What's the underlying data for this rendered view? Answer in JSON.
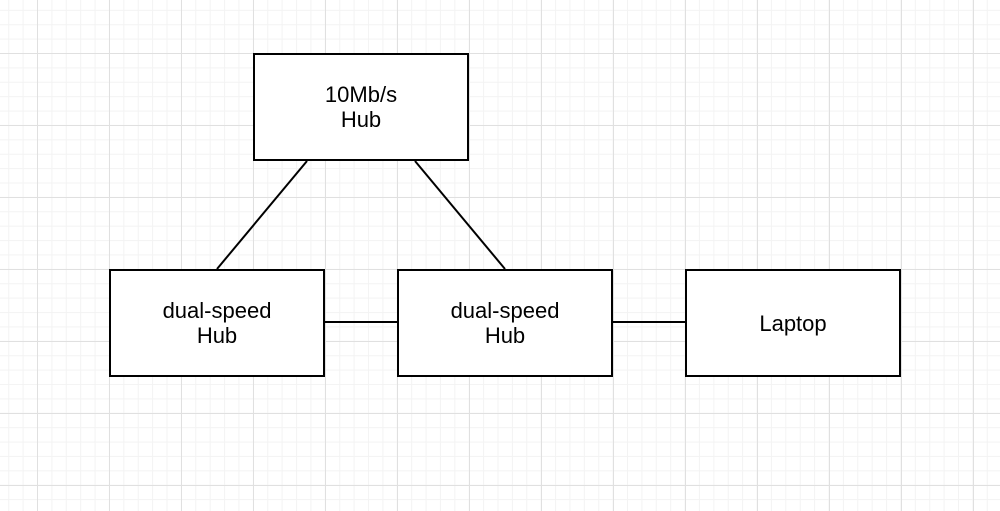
{
  "canvas": {
    "background_color": "#ffffff",
    "grid_minor_color": "#f3f3f3",
    "grid_major_color": "#e0e0e0"
  },
  "diagram": {
    "stroke_color": "#000000",
    "node_fill_color": "#ffffff",
    "text_color": "#000000",
    "nodes": [
      {
        "id": "hub-10mbs",
        "lines": [
          "10Mb/s",
          "Hub"
        ]
      },
      {
        "id": "hub-dual-left",
        "lines": [
          "dual-speed",
          "Hub"
        ]
      },
      {
        "id": "hub-dual-mid",
        "lines": [
          "dual-speed",
          "Hub"
        ]
      },
      {
        "id": "laptop",
        "lines": [
          "Laptop"
        ]
      }
    ],
    "edges": [
      {
        "from": "hub-10mbs",
        "to": "hub-dual-left"
      },
      {
        "from": "hub-10mbs",
        "to": "hub-dual-mid"
      },
      {
        "from": "hub-dual-left",
        "to": "hub-dual-mid"
      },
      {
        "from": "hub-dual-mid",
        "to": "laptop"
      }
    ]
  }
}
